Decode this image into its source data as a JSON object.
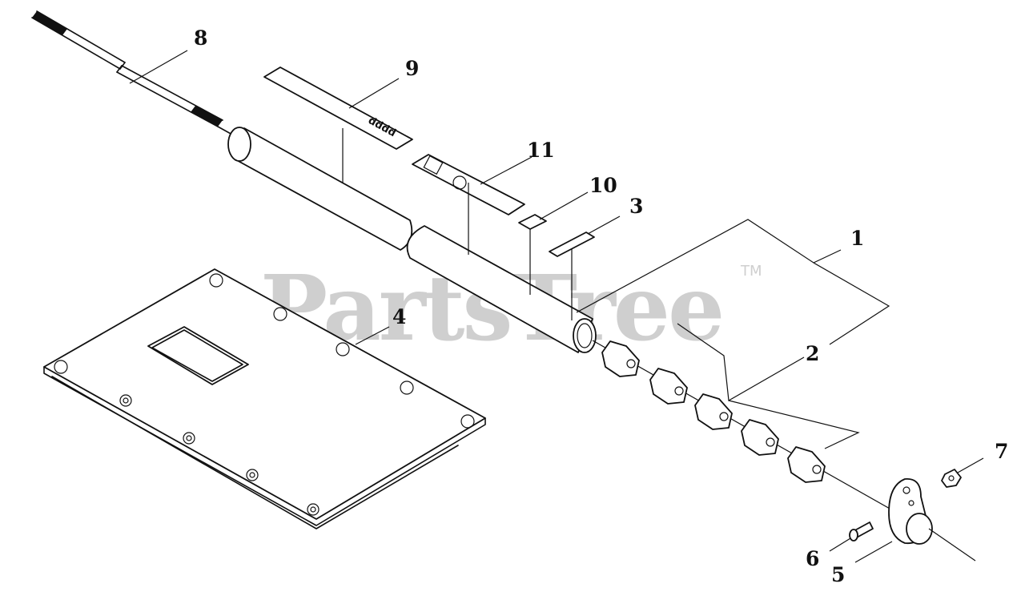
{
  "watermark": {
    "text": "PartsTree",
    "trademark": "TM"
  },
  "label_text": "dddd",
  "callouts": [
    {
      "id": "1",
      "text": "1"
    },
    {
      "id": "2",
      "text": "2"
    },
    {
      "id": "3",
      "text": "3"
    },
    {
      "id": "4",
      "text": "4"
    },
    {
      "id": "5",
      "text": "5"
    },
    {
      "id": "6",
      "text": "6"
    },
    {
      "id": "7",
      "text": "7"
    },
    {
      "id": "8",
      "text": "8"
    },
    {
      "id": "9",
      "text": "9"
    },
    {
      "id": "10",
      "text": "10"
    },
    {
      "id": "11",
      "text": "11"
    }
  ]
}
